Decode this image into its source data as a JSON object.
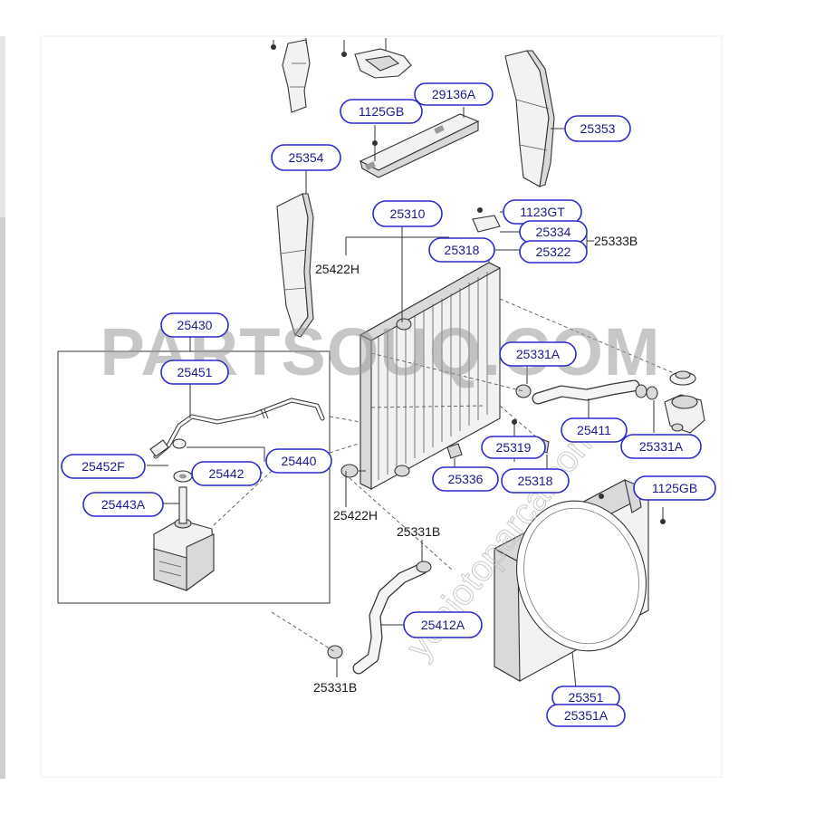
{
  "diagram": {
    "callouts": [
      {
        "id": "29136A",
        "text": "29136A"
      },
      {
        "id": "1125GB-top",
        "text": "1125GB"
      },
      {
        "id": "25353",
        "text": "25353"
      },
      {
        "id": "25354",
        "text": "25354"
      },
      {
        "id": "25310",
        "text": "25310"
      },
      {
        "id": "1123GT",
        "text": "1123GT"
      },
      {
        "id": "25334",
        "text": "25334"
      },
      {
        "id": "25318-top",
        "text": "25318"
      },
      {
        "id": "25322",
        "text": "25322"
      },
      {
        "id": "25430",
        "text": "25430"
      },
      {
        "id": "25451",
        "text": "25451"
      },
      {
        "id": "25331A-top",
        "text": "25331A"
      },
      {
        "id": "25411",
        "text": "25411"
      },
      {
        "id": "25331A-bottom",
        "text": "25331A"
      },
      {
        "id": "25319",
        "text": "25319"
      },
      {
        "id": "25452F",
        "text": "25452F"
      },
      {
        "id": "25440",
        "text": "25440"
      },
      {
        "id": "25442",
        "text": "25442"
      },
      {
        "id": "25336",
        "text": "25336"
      },
      {
        "id": "25318-bottom",
        "text": "25318"
      },
      {
        "id": "25443A",
        "text": "25443A"
      },
      {
        "id": "1125GB-right",
        "text": "1125GB"
      },
      {
        "id": "25412A",
        "text": "25412A"
      },
      {
        "id": "25351",
        "text": "25351"
      },
      {
        "id": "25351A",
        "text": "25351A"
      }
    ],
    "plain_labels": [
      {
        "id": "25333B",
        "text": "25333B"
      },
      {
        "id": "25422H-top",
        "text": "25422H"
      },
      {
        "id": "25422H-bottom",
        "text": "25422H"
      },
      {
        "id": "25331B-top",
        "text": "25331B"
      },
      {
        "id": "25331B-bottom",
        "text": "25331B"
      }
    ]
  },
  "watermark": {
    "main": "PARTSOUQ.COM",
    "diagonal": "yeniotoparca.com"
  },
  "colors": {
    "callout_border": "#2b2bd0",
    "callout_text": "#1a1a8c"
  }
}
